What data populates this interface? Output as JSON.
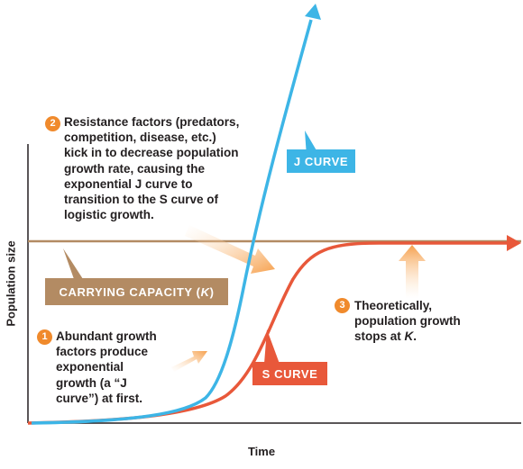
{
  "axes": {
    "x_label": "Time",
    "y_label": "Population size"
  },
  "labels": {
    "j_curve": "J CURVE",
    "s_curve": "S CURVE",
    "carrying_capacity_main": "CARRYING CAPACITY (",
    "carrying_capacity_symbol": "K",
    "carrying_capacity_end": ")"
  },
  "notes": [
    {
      "number": "1",
      "text": "Abundant growth\nfactors produce\nexponential\ngrowth (a “J\ncurve”) at first."
    },
    {
      "number": "2",
      "text": "Resistance factors (predators,\ncompetition, disease, etc.)\nkick in to decrease population\ngrowth rate, causing the\nexponential J curve to\ntransition to the S curve of\nlogistic growth."
    },
    {
      "number": "3",
      "text_main": "Theoretically,\npopulation growth\nstops at ",
      "text_symbol": "K",
      "text_end": "."
    }
  ],
  "colors": {
    "j_curve": "#3db5e6",
    "s_curve": "#e8583a",
    "carrying_capacity": "#b38b63",
    "annotation_arrow": "#f6a04d",
    "badge": "#f08a2c",
    "axis": "#231f20"
  }
}
